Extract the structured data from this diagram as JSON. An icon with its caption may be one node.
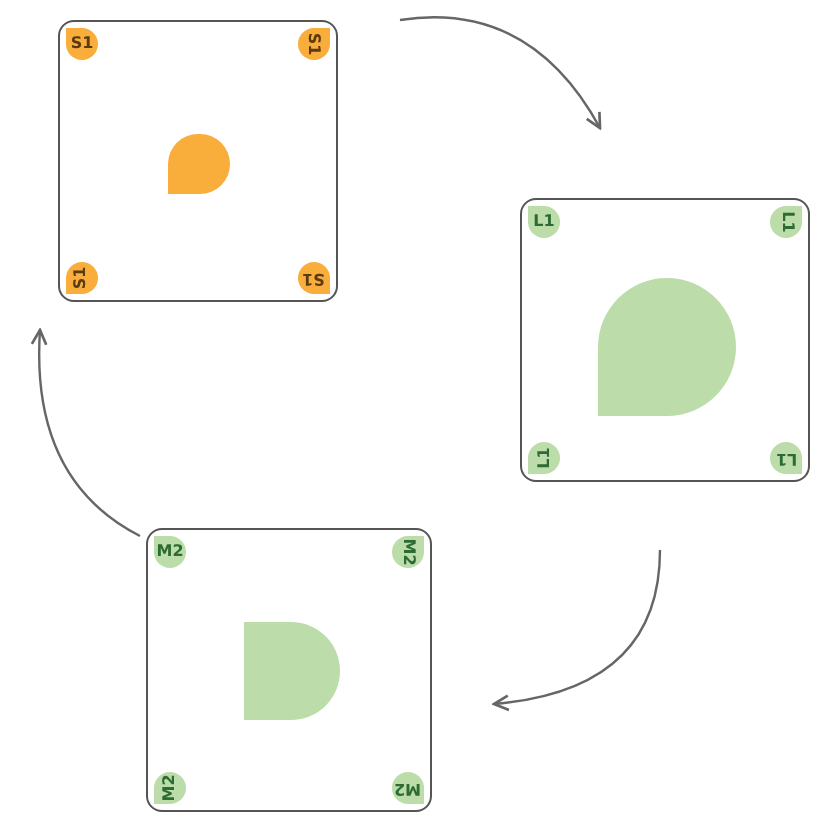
{
  "diagram": {
    "nodes": [
      {
        "text": [],
        "shape": "box"
      },
      {
        "text": [
          "S1"
        ],
        "in": 0
      },
      {
        "text": [
          "S1"
        ],
        "in": 0
      },
      {
        "text": [
          "S1"
        ],
        "in": 0
      },
      {
        "text": [
          "S1"
        ],
        "in": 0
      },
      {
        "text": [],
        "shape": "box"
      },
      {
        "text": [
          "L1"
        ],
        "in": 5
      },
      {
        "text": [
          "L1"
        ],
        "in": 5
      },
      {
        "text": [
          "L1"
        ],
        "in": 5
      },
      {
        "text": [
          "L1"
        ],
        "in": 5
      },
      {
        "text": [],
        "shape": "box"
      },
      {
        "text": [
          "M2"
        ],
        "in": 10
      },
      {
        "text": [
          "M2"
        ],
        "in": 10
      },
      {
        "text": [
          "M2"
        ],
        "in": 10
      },
      {
        "text": [
          "M2"
        ],
        "in": 10
      }
    ],
    "edges": [
      {
        "from": 0,
        "to": 5,
        "arrow": "to"
      },
      {
        "from": 5,
        "to": 10,
        "arrow": "to"
      },
      {
        "from": 10,
        "to": 0,
        "arrow": "to"
      }
    ]
  }
}
